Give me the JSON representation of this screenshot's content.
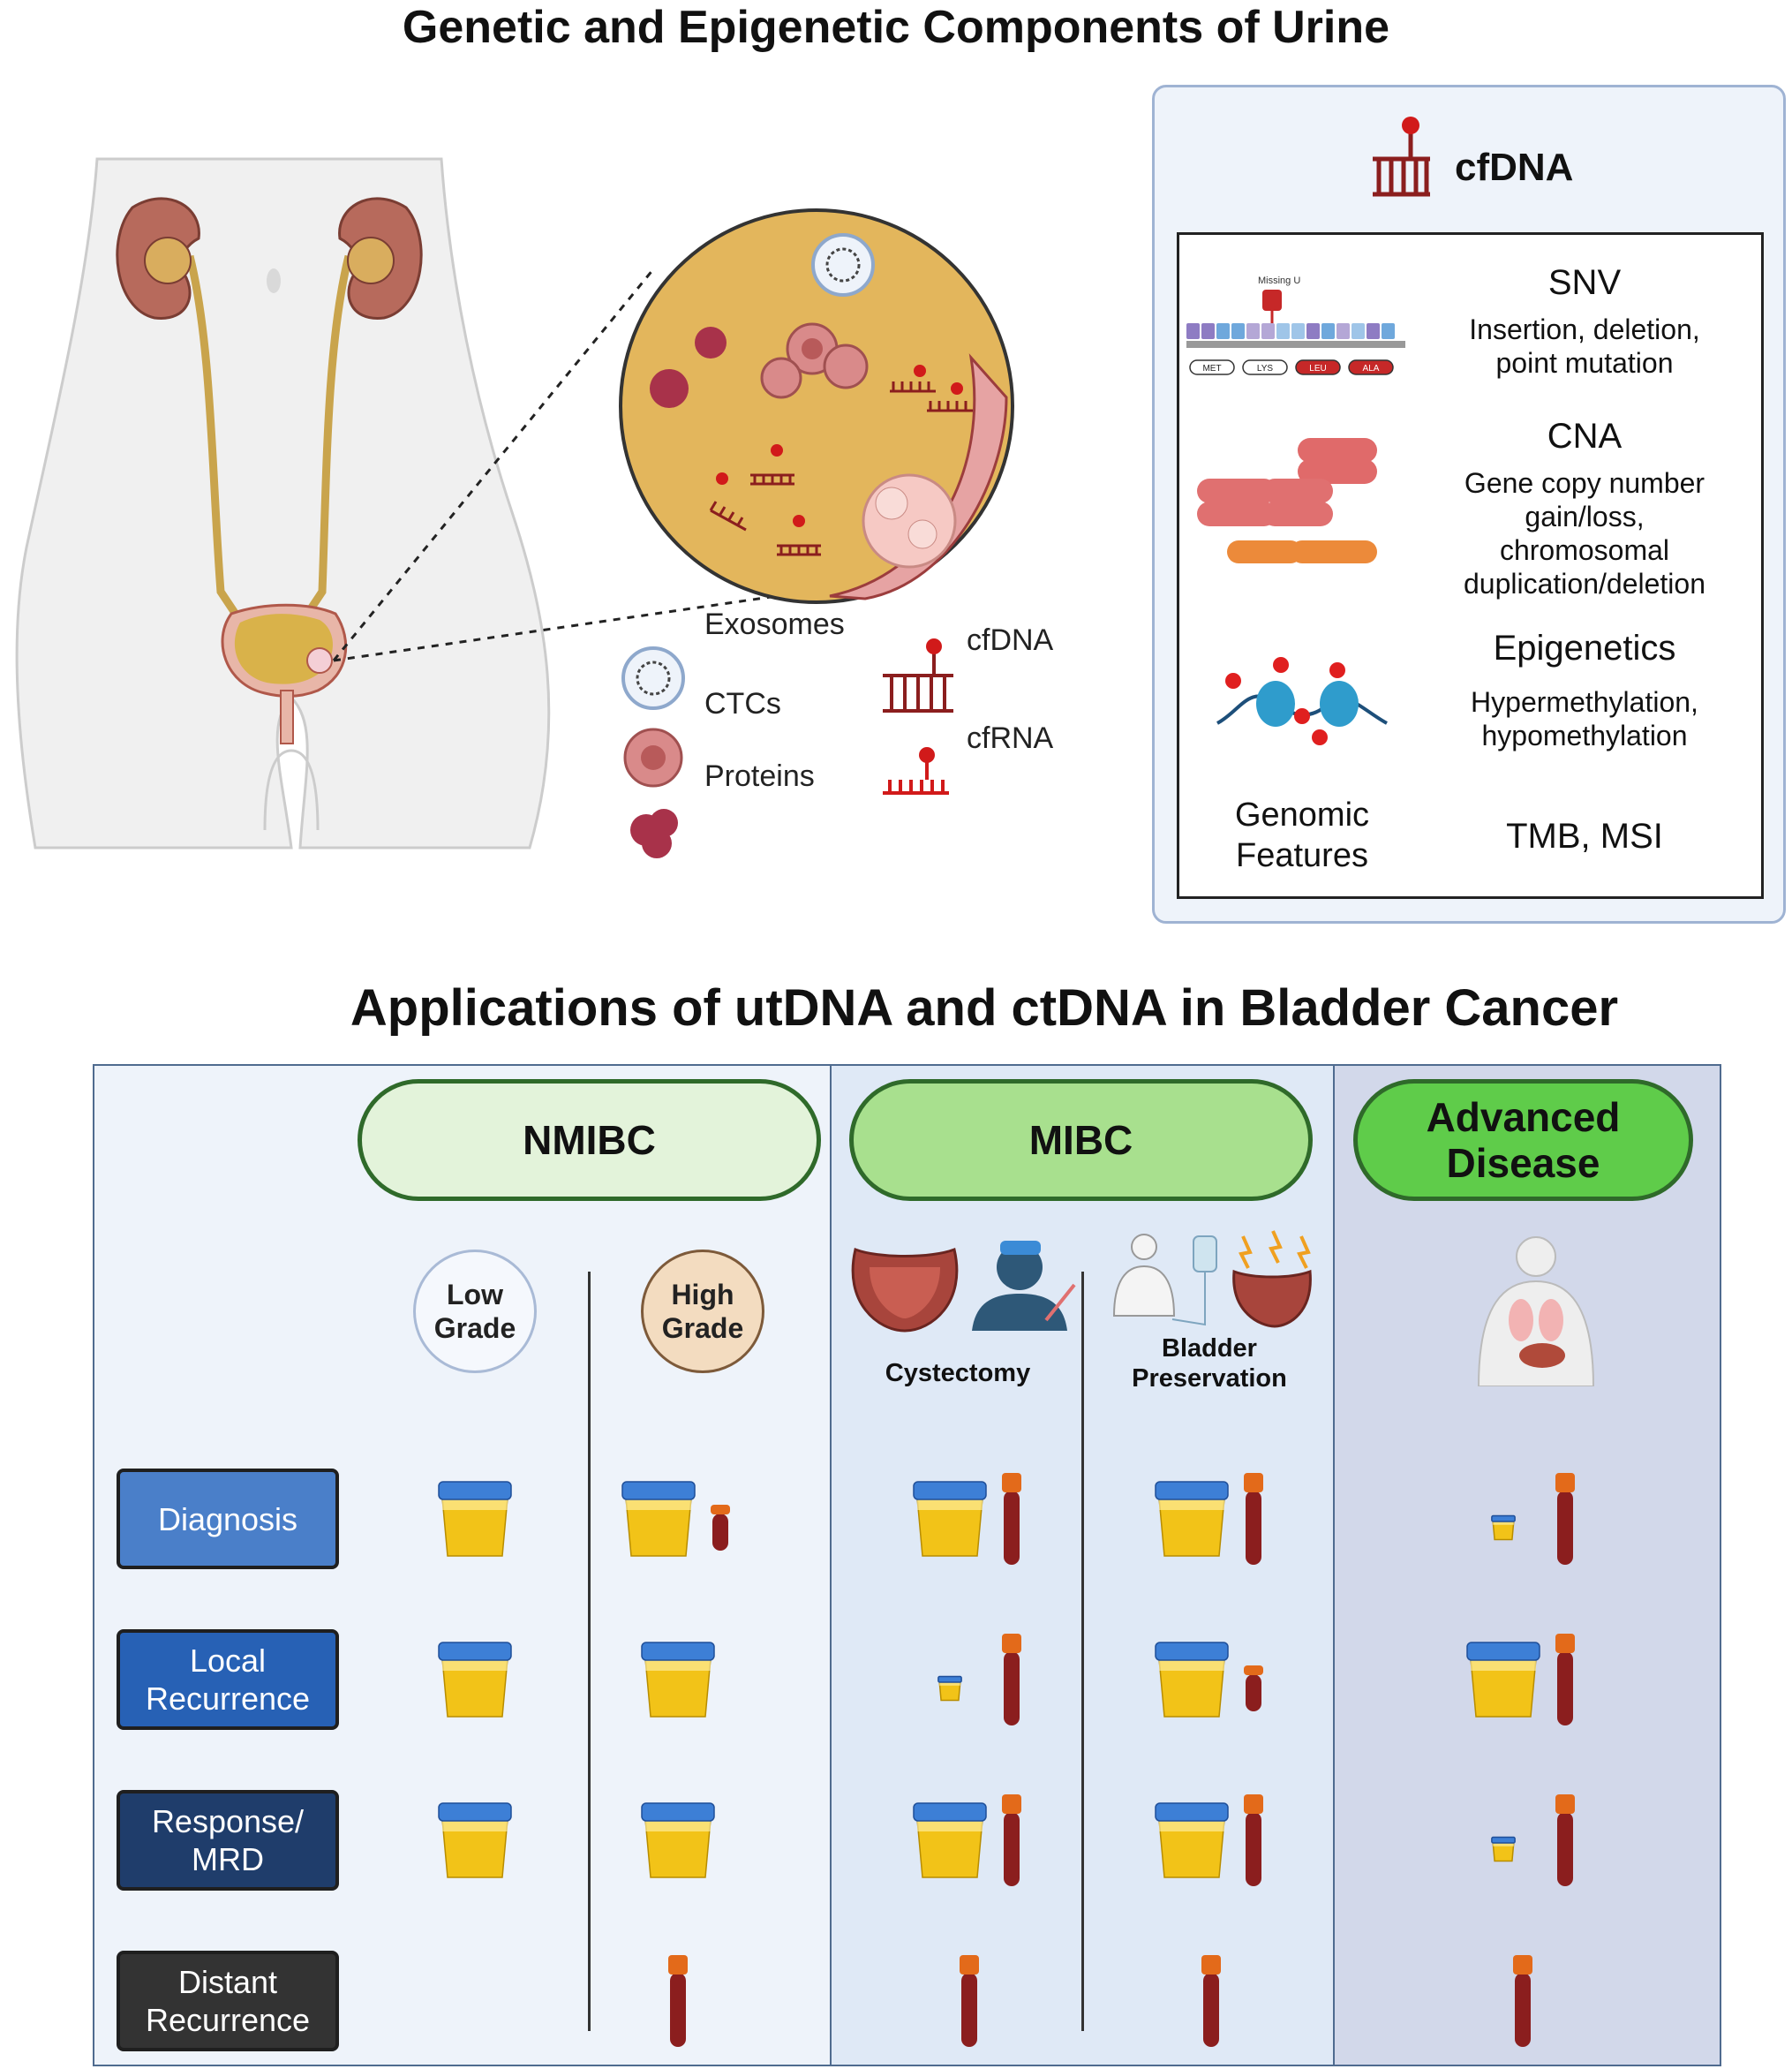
{
  "title_top": "Genetic and Epigenetic Components of Urine",
  "legend": {
    "exosomes": "Exosomes",
    "ctcs": "CTCs",
    "proteins": "Proteins",
    "cfdna": "cfDNA",
    "cfrna": "cfRNA"
  },
  "cfdna_panel": {
    "heading": "cfDNA",
    "snv_small": {
      "missing": "Missing U",
      "codons": [
        "MET",
        "LYS",
        "LEU",
        "ALA"
      ]
    },
    "features": [
      {
        "title": "SNV",
        "desc_lines": [
          "Insertion, deletion,",
          "point mutation"
        ]
      },
      {
        "title": "CNA",
        "desc_lines": [
          "Gene copy number",
          "gain/loss,",
          "chromosomal",
          "duplication/deletion"
        ]
      },
      {
        "title": "Epigenetics",
        "desc_lines": [
          "Hypermethylation,",
          "hypomethylation"
        ]
      }
    ],
    "genomic_features_lines": [
      "Genomic",
      "Features"
    ],
    "tmb_msi": "TMB, MSI"
  },
  "title_bottom": "Applications of utDNA and ctDNA in Bladder Cancer",
  "stages": {
    "nmibc": "NMIBC",
    "mibc": "MIBC",
    "advanced_lines": [
      "Advanced",
      "Disease"
    ]
  },
  "subgroups": {
    "low_grade_lines": [
      "Low",
      "Grade"
    ],
    "high_grade_lines": [
      "High",
      "Grade"
    ],
    "cystectomy": "Cystectomy",
    "bladder_preservation_lines": [
      "Bladder",
      "Preservation"
    ]
  },
  "rows": [
    {
      "lines": [
        "Diagnosis"
      ],
      "color": "#4a7fc9"
    },
    {
      "lines": [
        "Local",
        "Recurrence"
      ],
      "color": "#2761b5"
    },
    {
      "lines": [
        "Response/",
        "MRD"
      ],
      "color": "#1f3d6b"
    },
    {
      "lines": [
        "Distant",
        "Recurrence"
      ],
      "color": "#333333"
    }
  ],
  "matrix": {
    "columns": [
      "Low Grade",
      "High Grade",
      "Cystectomy",
      "Bladder Preservation",
      "Advanced Disease"
    ],
    "cells": [
      [
        {
          "urine": "large",
          "blood": "none"
        },
        {
          "urine": "large",
          "blood": "small"
        },
        {
          "urine": "large",
          "blood": "large"
        },
        {
          "urine": "large",
          "blood": "large"
        },
        {
          "urine": "small",
          "blood": "large"
        }
      ],
      [
        {
          "urine": "large",
          "blood": "none"
        },
        {
          "urine": "large",
          "blood": "none"
        },
        {
          "urine": "small",
          "blood": "large"
        },
        {
          "urine": "large",
          "blood": "small"
        },
        {
          "urine": "large",
          "blood": "large"
        }
      ],
      [
        {
          "urine": "large",
          "blood": "none"
        },
        {
          "urine": "large",
          "blood": "none"
        },
        {
          "urine": "large",
          "blood": "large"
        },
        {
          "urine": "large",
          "blood": "large"
        },
        {
          "urine": "small",
          "blood": "large"
        }
      ],
      [
        {
          "urine": "none",
          "blood": "none"
        },
        {
          "urine": "none",
          "blood": "large"
        },
        {
          "urine": "none",
          "blood": "large"
        },
        {
          "urine": "none",
          "blood": "large"
        },
        {
          "urine": "none",
          "blood": "large"
        }
      ]
    ]
  },
  "colors": {
    "urine": "#f2c318",
    "cup_lid": "#3d7fd6",
    "blood": "#8b1e1e",
    "blood_cap": "#e36a1a",
    "dna_red": "#b01818",
    "circle_fill": "#e3b65c",
    "nmibc_pill": "#e3f3da",
    "mibc_pill": "#a8e08e",
    "advanced_pill": "#5fcc4a"
  }
}
